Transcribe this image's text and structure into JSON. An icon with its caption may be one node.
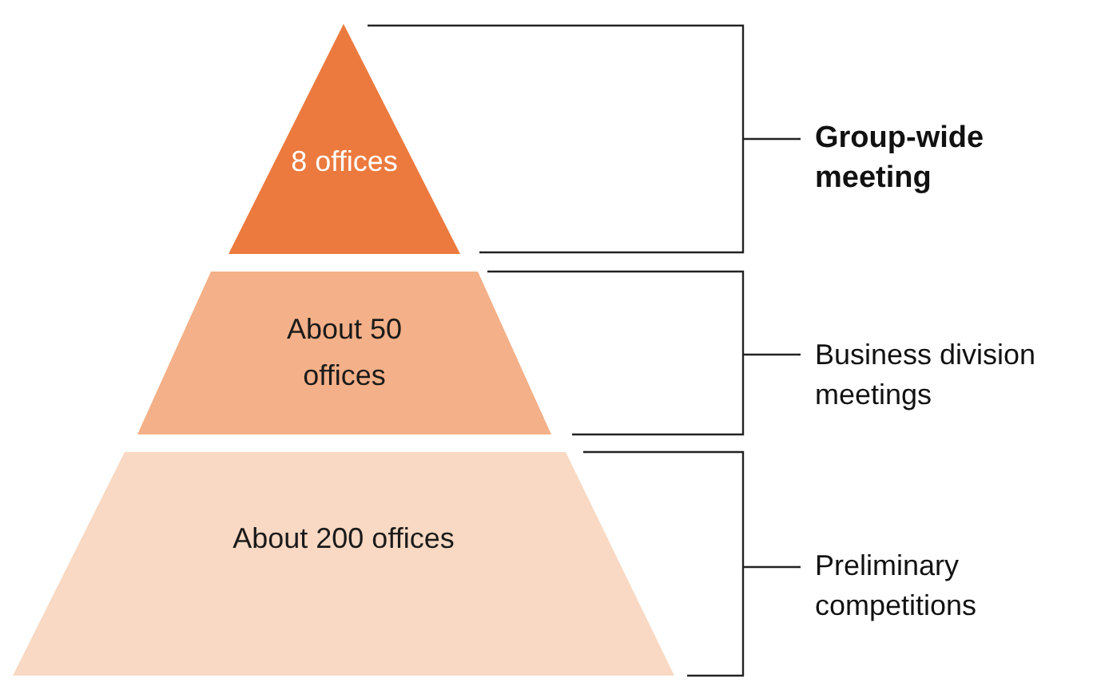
{
  "diagram": {
    "nodes": [
      {
        "text": [
          "8 offices"
        ]
      },
      {
        "text": [
          "About 50 offices"
        ]
      },
      {
        "text": [
          "About 200 offices"
        ]
      }
    ],
    "labels": [
      "Group-wide meeting",
      "Business division meetings",
      "Preliminary competitions"
    ]
  }
}
